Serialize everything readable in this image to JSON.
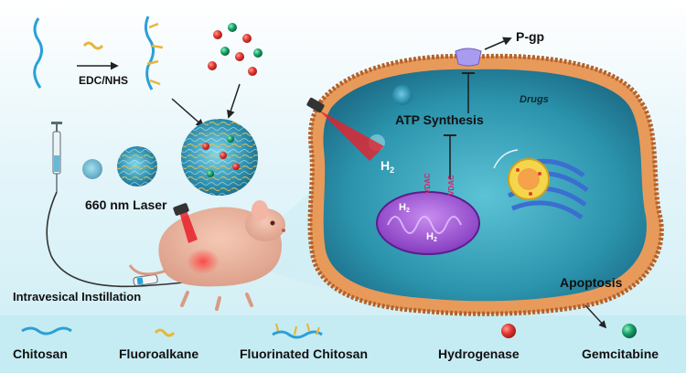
{
  "process": {
    "reagent_label": "EDC/NHS",
    "laser_label": "660 nm Laser",
    "instillation_label": "Intravesical Instillation"
  },
  "cell": {
    "efflux_pump_label": "P-gp",
    "drugs_label": "Drugs",
    "atp_label": "ATP Synthesis",
    "h2_label": "H",
    "h2_subscript": "2",
    "channel_label": "VDAC",
    "apoptosis_label": "Apoptosis"
  },
  "legend": {
    "items": [
      {
        "label": "Chitosan",
        "icon": "chitosan-chain-icon"
      },
      {
        "label": "Fluoroalkane",
        "icon": "fluoroalkane-icon"
      },
      {
        "label": "Fluorinated Chitosan",
        "icon": "fluorinated-chitosan-icon"
      },
      {
        "label": "Hydrogenase",
        "icon": "red-sphere-icon"
      },
      {
        "label": "Gemcitabine",
        "icon": "green-sphere-icon"
      }
    ]
  },
  "colors": {
    "chitosan": "#2aa0d8",
    "fluoroalkane": "#e8b63a",
    "hydrogenase": "#e03a33",
    "gemcitabine": "#1aa36a",
    "membrane": "#e89a5a",
    "cytoplasm": "#2f9fb5",
    "mitochondrion": "#9a4fd0",
    "laser": "#e8202a",
    "background": "#d6f0f6"
  }
}
